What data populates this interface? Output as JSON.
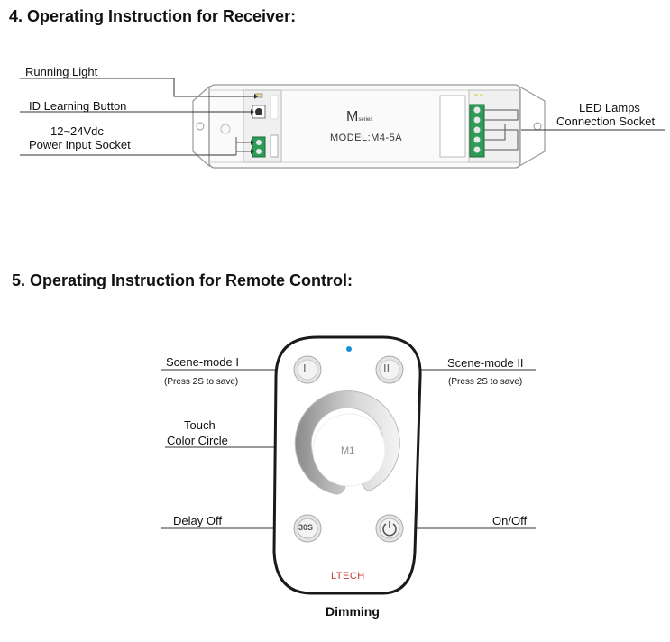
{
  "receiver_section": {
    "heading": "4. Operating Instruction for Receiver:",
    "labels": {
      "running_light": "Running Light",
      "id_learning": "ID Learning Button",
      "power_voltage": "12~24Vdc",
      "power_socket": "Power Input Socket",
      "led_lamps": "LED Lamps",
      "connection_socket": "Connection Socket"
    },
    "device": {
      "brand_letter": "M",
      "brand_suffix": "series",
      "model": "MODEL:M4-5A"
    }
  },
  "remote_section": {
    "heading": "5. Operating Instruction for Remote Control:",
    "labels": {
      "scene1": "Scene-mode I",
      "scene1_note": "(Press 2S to save)",
      "scene2": "Scene-mode II",
      "scene2_note": "(Press 2S to save)",
      "touch": "Touch",
      "color_circle": "Color Circle",
      "delay_off": "Delay Off",
      "on_off": "On/Off"
    },
    "remote": {
      "btn1": "I",
      "btn2": "II",
      "wheel_label": "M1",
      "delay_btn": "30S",
      "brand": "LTECH"
    },
    "caption": "Dimming"
  }
}
